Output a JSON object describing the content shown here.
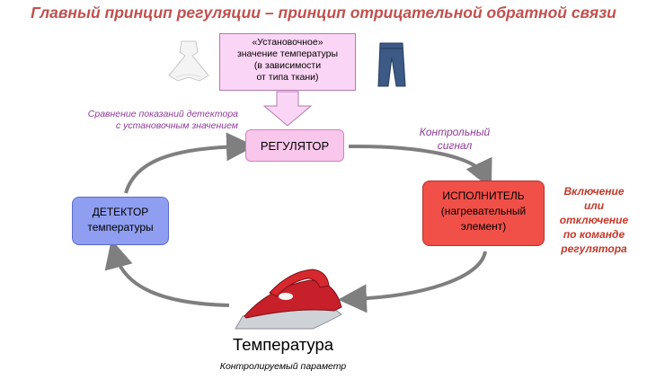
{
  "title": "Главный принцип регуляции – принцип отрицательной обратной связи",
  "setpoint": {
    "lines": [
      "«Установочное»",
      "значение температуры",
      "(в зависимости",
      "от типа ткани)"
    ]
  },
  "regulator": {
    "label": "РЕГУЛЯТОР"
  },
  "detector": {
    "line1": "ДЕТЕКТОР",
    "line2": "температуры"
  },
  "executor": {
    "line1": "ИСПОЛНИТЕЛЬ",
    "line2": "(нагревательный",
    "line3": "элемент)"
  },
  "comparison": {
    "line1": "Сравнение показаний детектора",
    "line2": "с установочным значением"
  },
  "control_signal": {
    "line1": "Контрольный",
    "line2": "сигнал"
  },
  "onoff": {
    "lines": [
      "Включение",
      "или",
      "отключение",
      "по команде",
      "регулятора"
    ]
  },
  "temperature": {
    "label": "Температура"
  },
  "controlled_param": {
    "label": "Контролируемый параметр"
  },
  "colors": {
    "title": "#c0504d",
    "arrow": "#7f7f7f",
    "setpoint_fill": "#fbd5f5",
    "regulator_fill": "#f9c6ec",
    "detector_fill": "#8f9ef0",
    "executor_fill": "#f05048",
    "annotation": "#8f3a98",
    "onoff": "#c0392b"
  },
  "icons": [
    "dress-icon",
    "jeans-icon",
    "iron-icon"
  ]
}
